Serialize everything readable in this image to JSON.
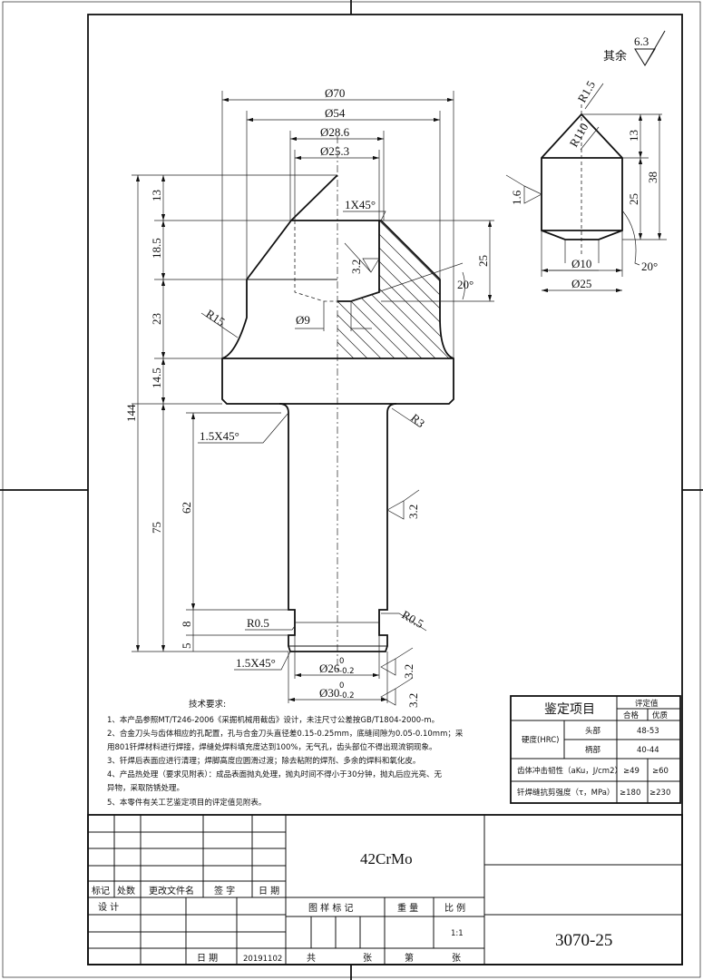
{
  "roughness_general": {
    "prefix": "其余",
    "value": "6.3"
  },
  "main_view": {
    "diameters": [
      "Ø70",
      "Ø54",
      "Ø28.6",
      "Ø25.3"
    ],
    "chamfer_top": "1X45°",
    "roughness_bore": "3.2",
    "angle_bore": "20°",
    "bore_depth": "25",
    "bore_dia": "Ø9",
    "fillet_r15": "R15",
    "fillet_r3": "R3",
    "vertical_dims": [
      "13",
      "18.5",
      "23",
      "14.5"
    ],
    "total_length": "144",
    "shank_length": "75",
    "shank_62": "62",
    "dim_8": "8",
    "dim_5": "5",
    "chamfer_shank": "1.5X45°",
    "chamfer_bottom": "1.5X45°",
    "roughness_shank": "3.2",
    "r05_left": "R0.5",
    "r05_right": "R0.5",
    "groove_dia": "Ø26",
    "groove_tol_upper": "0",
    "groove_tol_lower": "-0.2",
    "flange_dia": "Ø30",
    "flange_tol_upper": "0",
    "flange_tol_lower": "-0.2",
    "roughness_groove": "3.2",
    "roughness_flange": "3.2"
  },
  "tip_view": {
    "r_tip": "R1.5",
    "r_side": "R110",
    "roughness": "1.6",
    "dim_13": "13",
    "dim_25": "25",
    "dim_38": "38",
    "dia_10": "Ø10",
    "dia_25": "Ø25",
    "angle": "20°"
  },
  "tech_requirements": {
    "title": "技术要求:",
    "lines": [
      "1、本产品参照MT/T246-2006《采掘机械用截齿》设计，未注尺寸公差按GB/T1804-2000-m。",
      "2、合金刀头与齿体相应的孔配置，孔与合金刀头直径差0.15-0.25mm，底缝间隙为0.05-0.10mm；采",
      "用801钎焊材料进行焊接，焊缝处焊料填充度达到100%，无气孔，齿头部位不得出现流铜现象。",
      "3、钎焊后表面应进行清理；焊脚高度应圆滑过渡；除去粘附的焊剂、多余的焊料和氧化皮。",
      "4、产品热处理（要求见附表）：成品表面抛丸处理，抛丸时间不得小于30分钟，抛丸后应光亮、无",
      "异物，采取防锈处理。",
      "5、本零件有关工艺鉴定项目的评定值见附表。"
    ]
  },
  "inspection_table": {
    "header_item": "鉴定项目",
    "header_value": "评定值",
    "header_pass": "合格",
    "header_good": "优质",
    "hardness": "硬度(HRC)",
    "head": "头部",
    "head_value": "48-53",
    "shank": "柄部",
    "shank_value": "40-44",
    "impact": "齿体冲击韧性（aKu，J/cm2）",
    "impact_pass": "≥49",
    "impact_good": "≥60",
    "shear": "钎焊缝抗剪强度（τ，MPa）",
    "shear_pass": "≥180",
    "shear_good": "≥230"
  },
  "title_block": {
    "material": "42CrMo",
    "drawing_number": "3070-25",
    "rev_headers": [
      "标记",
      "处数",
      "更改文件名",
      "签 字",
      "日 期"
    ],
    "design": "设 计",
    "date_label": "日 期",
    "date_value": "20191102",
    "drawing_mark": "图 样 标 记",
    "weight": "重 量",
    "scale_label": "比 例",
    "scale_value": "1:1",
    "total": "共",
    "sheets1": "张",
    "sheet_no": "第",
    "sheets2": "张"
  }
}
